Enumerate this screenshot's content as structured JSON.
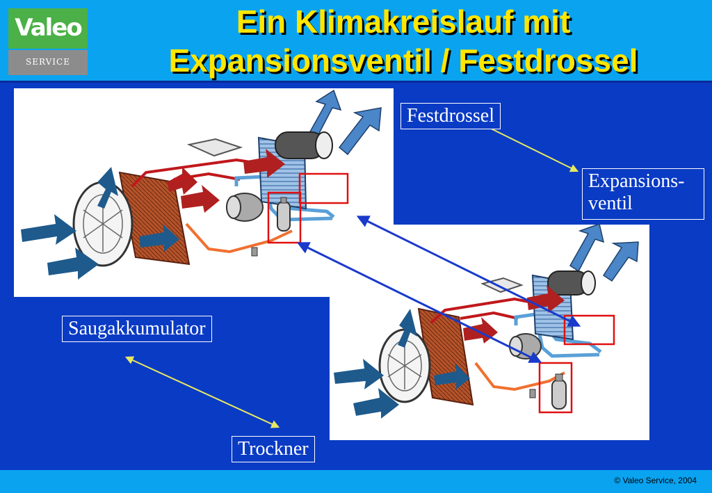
{
  "logo": {
    "brand": "Valeo",
    "sub": "SERVICE"
  },
  "title": {
    "line1": "Ein Klimakreislauf mit",
    "line2": "Expansionsventil / Festdrossel"
  },
  "labels": {
    "festdrossel": "Festdrossel",
    "expansion1": "Expansions-",
    "expansion2": "ventil",
    "saugakkumulator": "Saugakkumulator",
    "trockner": "Trockner"
  },
  "footer": {
    "copyright": "© Valeo Service, 2004"
  },
  "colors": {
    "background": "#0a3bc4",
    "header": "#0aa3f0",
    "title": "#ffe600",
    "highlight": "#e01010",
    "hot_line": "#c0181c",
    "cold_line": "#5aa0d8",
    "liquid_line": "#f07030",
    "airflow": "#1e5a8c"
  }
}
